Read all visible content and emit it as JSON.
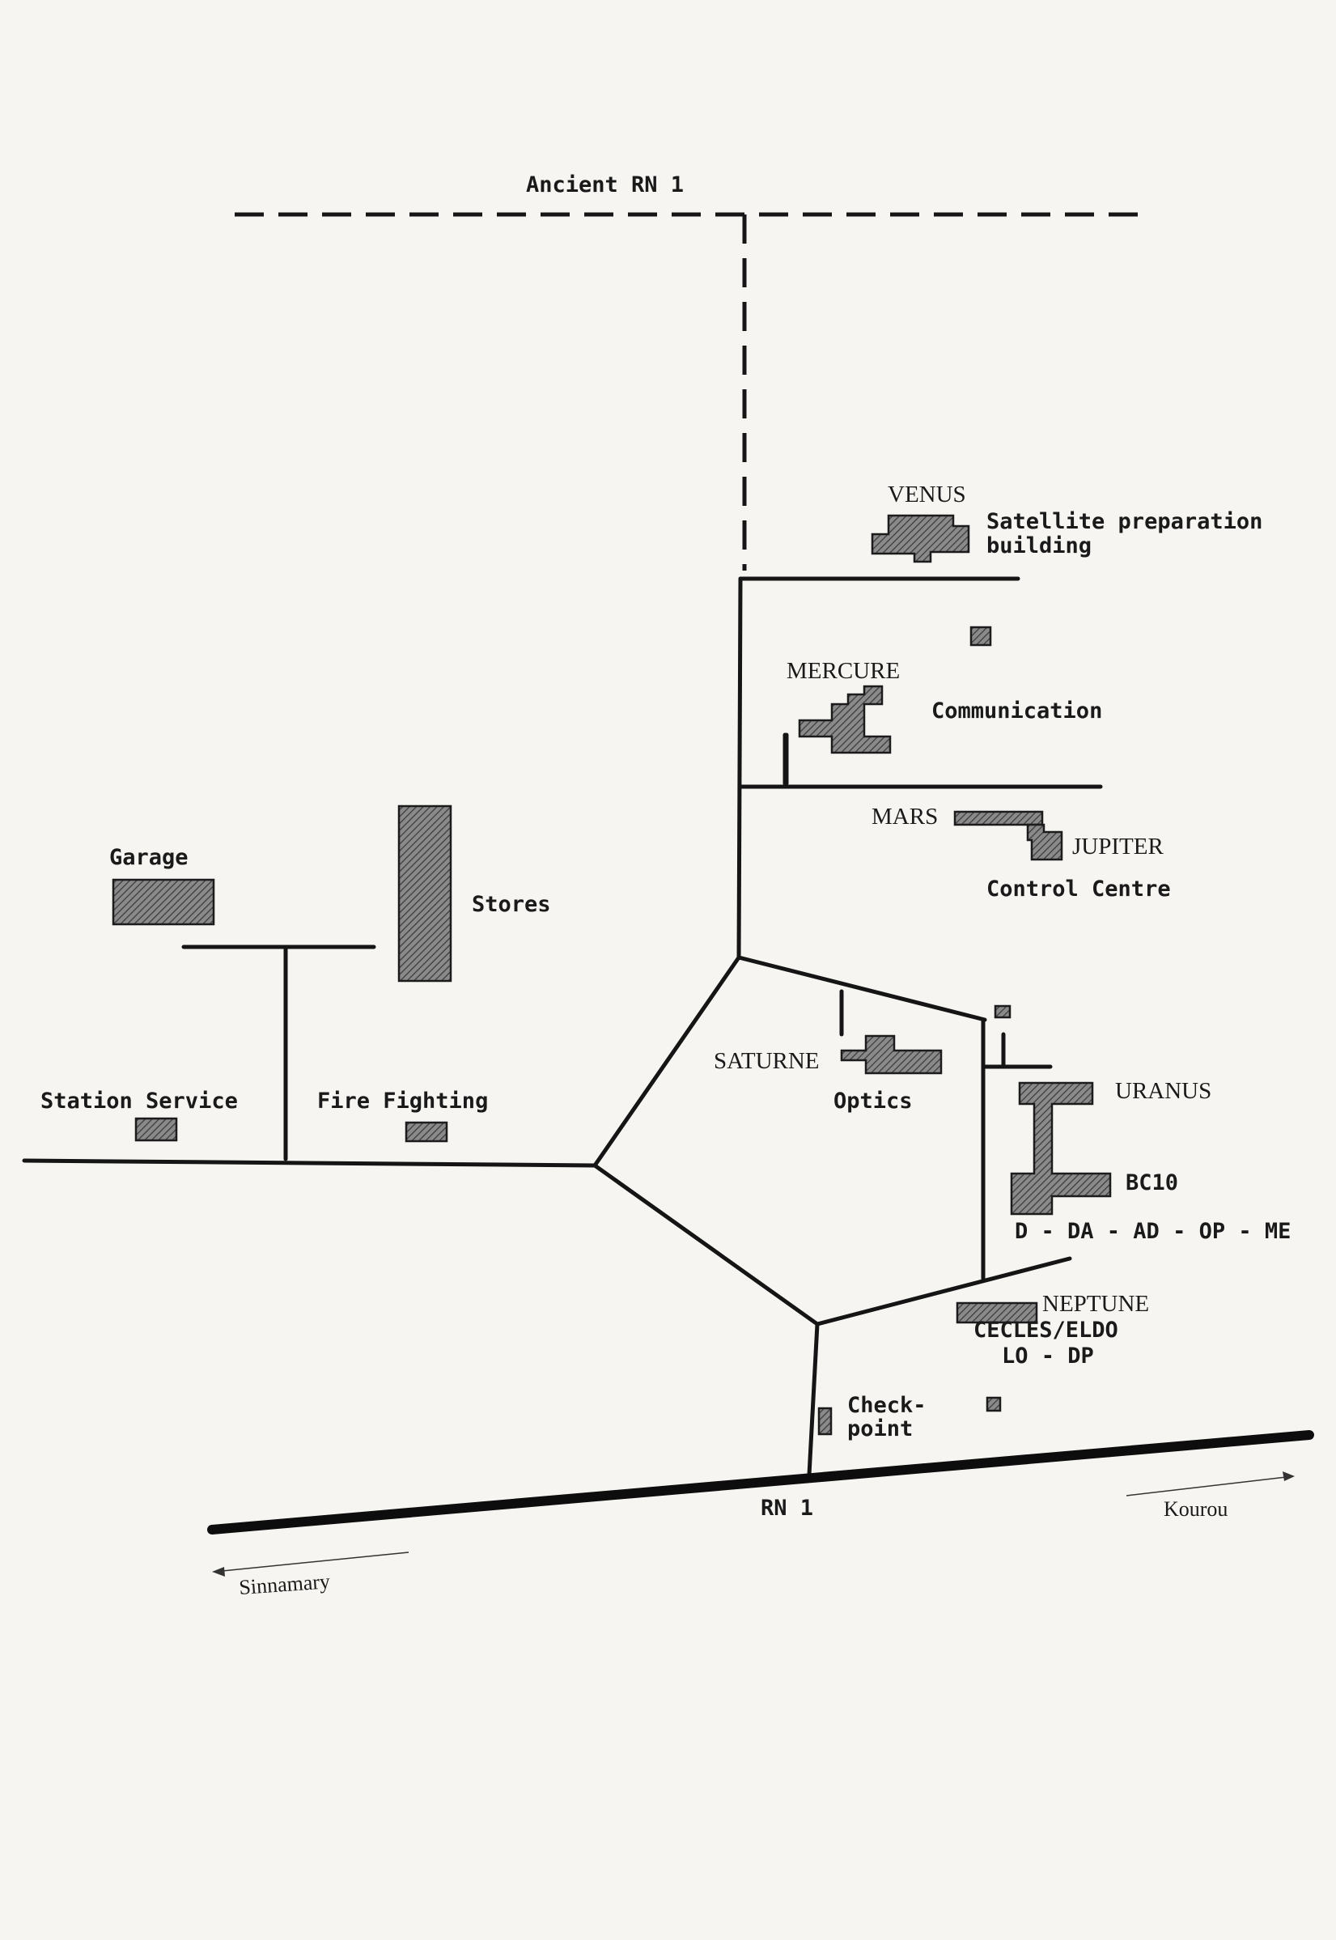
{
  "roads": {
    "ancient": "Ancient RN 1",
    "main": "RN 1"
  },
  "directions": {
    "east": "Kourou",
    "west": "Sinnamary"
  },
  "buildings": {
    "venus": {
      "name": "VENUS",
      "label1": "Satellite preparation",
      "label2": "building"
    },
    "mercure": {
      "name": "MERCURE",
      "label": "Communication"
    },
    "mars": {
      "name": "MARS"
    },
    "jupiter": {
      "name": "JUPITER",
      "label": "Control Centre"
    },
    "garage": {
      "label": "Garage"
    },
    "stores": {
      "label": "Stores"
    },
    "station_service": {
      "label": "Station Service"
    },
    "fire_fighting": {
      "label": "Fire Fighting"
    },
    "saturne": {
      "name": "SATURNE",
      "label": "Optics"
    },
    "uranus": {
      "name": "URANUS",
      "label": "BC10",
      "sub": "D - DA - AD - OP - ME"
    },
    "neptune": {
      "name": "NEPTUNE",
      "label1": "CECLES/ELDO",
      "label2": "LO - DP"
    },
    "checkpoint": {
      "label1": "Check-",
      "label2": "point"
    }
  },
  "colors": {
    "ink": "#151515",
    "paper": "#f6f5f1",
    "hatch": "#6a6a6a"
  }
}
